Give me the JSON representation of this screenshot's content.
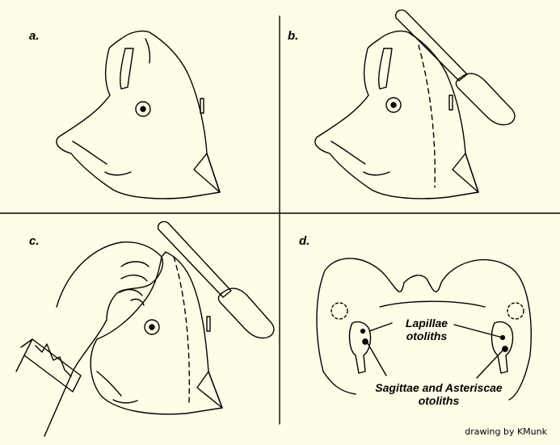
{
  "panels": {
    "a": {
      "letter": "a."
    },
    "b": {
      "letter": "b."
    },
    "c": {
      "letter": "c."
    },
    "d": {
      "letter": "d.",
      "lapillae_label": "Lapillae",
      "lapillae_sub": "otoliths",
      "sagittae_label": "Sagittae and Asteriscae",
      "sagittae_sub": "otoliths"
    }
  },
  "credit": "drawing by KMunk",
  "colors": {
    "background": "#fffde6",
    "ink": "#000000"
  }
}
